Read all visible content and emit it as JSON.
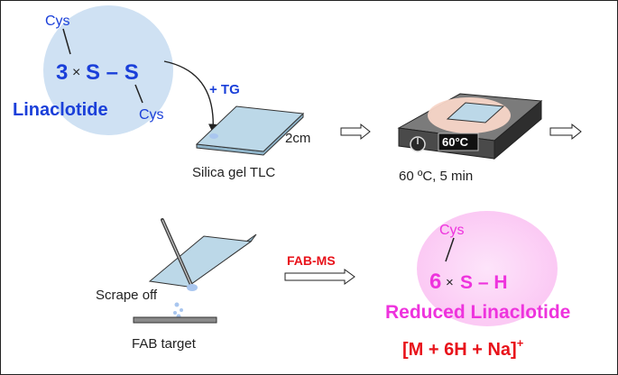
{
  "step1": {
    "cys_top": "Cys",
    "multiplier": "3",
    "times": "×",
    "bond": "S – S",
    "name": "Linaclotide",
    "cys_bottom": "Cys",
    "reagent": "+ TG",
    "plate_size": "2cm",
    "plate_label": "Silica gel TLC"
  },
  "step2": {
    "display": "60°C",
    "caption": "60 ºC, 5 min"
  },
  "step3": {
    "scrape": "Scrape off",
    "target": "FAB target",
    "method": "FAB-MS"
  },
  "product": {
    "cys": "Cys",
    "multiplier": "6",
    "times": "×",
    "group": "S – H",
    "name": "Reduced Linaclotide",
    "ion": "[M + 6H + Na]",
    "charge": "+"
  },
  "colors": {
    "blue": "#1a3fd9",
    "blue_bg": "#cfe1f3",
    "magenta": "#ee33dd",
    "pink_bg": "#fcd2f6",
    "red": "#e8121a",
    "plate": "#bcd8e8"
  }
}
